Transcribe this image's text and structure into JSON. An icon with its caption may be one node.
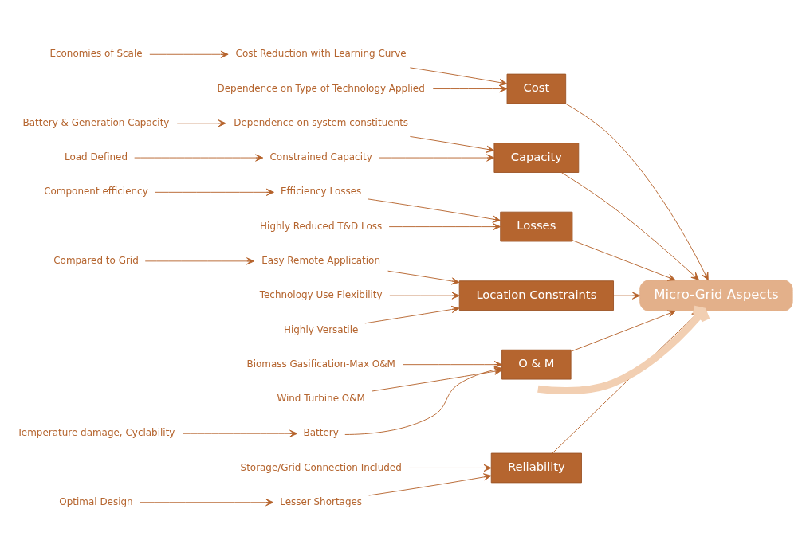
{
  "diagram": {
    "nodes": [
      {
        "text": [
          "Reliability"
        ]
      },
      {
        "text": [
          "Cost"
        ]
      },
      {
        "text": [
          "Capacity"
        ]
      },
      {
        "text": [
          "Micro-Grid Aspects"
        ]
      },
      {
        "text": [
          "Storage/Grid Connection Included"
        ]
      },
      {
        "text": [
          "Cost Reduction with Learning Curve"
        ]
      },
      {
        "text": [
          "Dependence on system constituents"
        ]
      },
      {
        "text": [
          "Battery & Generation Capacity"
        ]
      },
      {
        "text": [
          "Optimal Design"
        ]
      },
      {
        "text": [
          "Economies of Scale"
        ]
      },
      {
        "text": [
          "Constrained Capacity"
        ]
      },
      {
        "text": [
          "Dependence on Type of Technology Applied"
        ]
      },
      {
        "text": [
          "Lesser Shortages"
        ]
      },
      {
        "text": [
          "Load Defined"
        ]
      },
      {
        "text": [
          "Component efficiency"
        ]
      },
      {
        "text": [
          "Biomass Gasification-Max O&M"
        ]
      },
      {
        "text": [
          "Easy Remote Application"
        ]
      },
      {
        "text": [
          "Compared to Grid"
        ]
      },
      {
        "text": [
          "Efficiency Losses"
        ]
      },
      {
        "text": [
          "Wind Turbine O&M"
        ]
      },
      {
        "text": [
          "Technology Use Flexibility"
        ]
      },
      {
        "text": [
          "Temperature damage, Cyclability"
        ]
      },
      {
        "text": [
          "Highly Reduced T&D Loss"
        ]
      },
      {
        "text": [
          "Highly Versatile"
        ]
      },
      {
        "text": [
          "Battery"
        ]
      },
      {
        "text": [
          "Losses"
        ]
      },
      {
        "text": [
          "Location Constraints"
        ]
      },
      {
        "text": [
          "O & M"
        ]
      }
    ],
    "edges": [
      {
        "from": null,
        "to": 3,
        "arrow": "to",
        "style": "thick",
        "color": "#f2cfb2"
      },
      {
        "from": 0,
        "to": 3,
        "arrow": "to"
      },
      {
        "from": 1,
        "to": 3,
        "arrow": "to"
      },
      {
        "from": 2,
        "to": 3,
        "arrow": "to"
      },
      {
        "from": 25,
        "to": 3,
        "arrow": "to"
      },
      {
        "from": 26,
        "to": 3,
        "arrow": "to"
      },
      {
        "from": 27,
        "to": 3,
        "arrow": "to"
      },
      {
        "from": 4,
        "to": 0,
        "arrow": "to"
      },
      {
        "from": 12,
        "to": 0,
        "arrow": "to"
      },
      {
        "from": 8,
        "to": 12,
        "arrow": "to"
      },
      {
        "from": 5,
        "to": 1,
        "arrow": "to"
      },
      {
        "from": 9,
        "to": 5,
        "arrow": "to"
      },
      {
        "from": 11,
        "to": 1,
        "arrow": "to"
      },
      {
        "from": 6,
        "to": 2,
        "arrow": "to"
      },
      {
        "from": 7,
        "to": 6,
        "arrow": "to"
      },
      {
        "from": 10,
        "to": 2,
        "arrow": "to"
      },
      {
        "from": 13,
        "to": 10,
        "arrow": "to"
      },
      {
        "from": 18,
        "to": 25,
        "arrow": "to"
      },
      {
        "from": 14,
        "to": 18,
        "arrow": "to"
      },
      {
        "from": 22,
        "to": 25,
        "arrow": "to"
      },
      {
        "from": 16,
        "to": 26,
        "arrow": "to"
      },
      {
        "from": 17,
        "to": 16,
        "arrow": "to"
      },
      {
        "from": 20,
        "to": 26,
        "arrow": "to"
      },
      {
        "from": 23,
        "to": 26,
        "arrow": "to"
      },
      {
        "from": 15,
        "to": 27,
        "arrow": "to"
      },
      {
        "from": 19,
        "to": 27,
        "arrow": "to"
      },
      {
        "from": 24,
        "to": 27,
        "arrow": "to"
      },
      {
        "from": 21,
        "to": 24,
        "arrow": "to"
      }
    ]
  }
}
